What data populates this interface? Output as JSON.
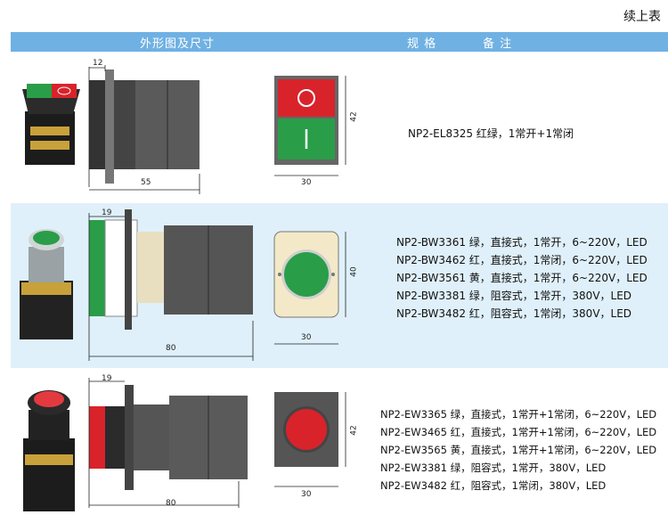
{
  "continue_label": "续上表",
  "header": {
    "col_outline": "外形图及尺寸",
    "col_spec": "规 格",
    "col_note": "备 注"
  },
  "row1": {
    "dims": {
      "side_top": "12",
      "side_length": "55",
      "front_height": "42",
      "front_width": "30"
    },
    "specs": [
      "NP2-EL8325   红绿，1常开+1常闭"
    ]
  },
  "row2": {
    "dims": {
      "side_top": "19",
      "side_length": "80",
      "front_height": "40",
      "front_width": "30"
    },
    "specs": [
      "NP2-BW3361   绿，直接式，1常开，6~220V，LED",
      "NP2-BW3462   红，直接式，1常闭，6~220V，LED",
      "NP2-BW3561   黄，直接式，1常开，6~220V，LED",
      "NP2-BW3381   绿，阻容式，1常开，380V，LED",
      "NP2-BW3482   红，阻容式，1常闭，380V，LED"
    ]
  },
  "row3": {
    "dims": {
      "side_top": "19",
      "side_length": "80",
      "front_height": "42",
      "front_width": "30"
    },
    "specs": [
      "NP2-EW3365   绿，直接式，1常开+1常闭，6~220V，LED",
      "NP2-EW3465   红，直接式，1常开+1常闭，6~220V，LED",
      "NP2-EW3565   黄，直接式，1常开+1常闭，6~220V，LED",
      "NP2-EW3381   绿，阻容式，1常开，380V，LED",
      "NP2-EW3482   红，阻容式，1常闭，380V，LED"
    ]
  },
  "colors": {
    "header": "#6fb1e3",
    "row_band": "#dff0fa",
    "red": "#d8232a",
    "green": "#2a9d48"
  }
}
